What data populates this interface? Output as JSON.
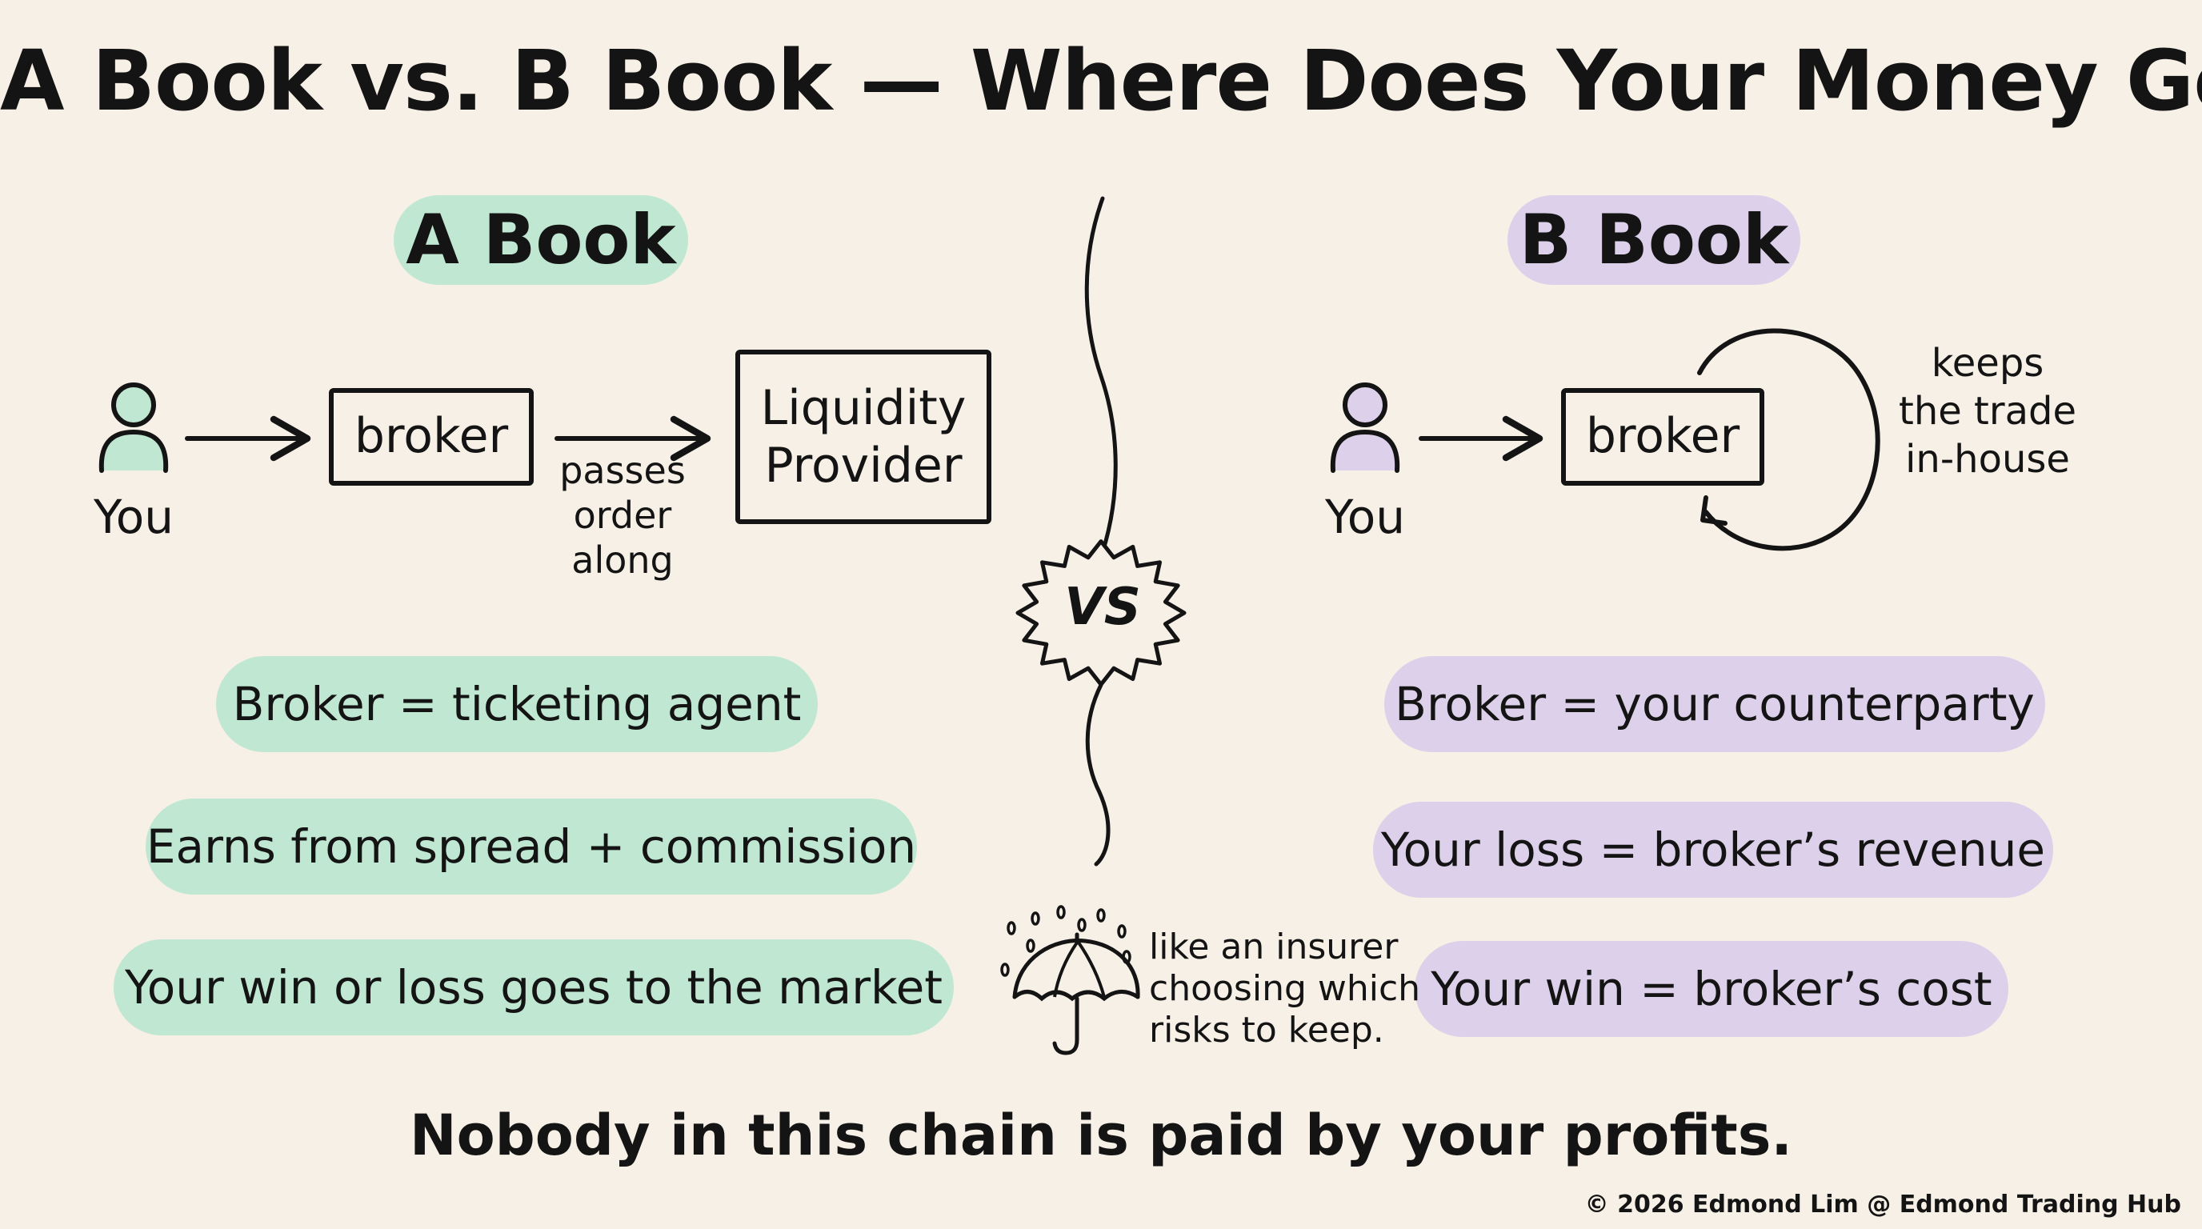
{
  "title": "A Book vs. B Book — Where Does Your Money Go?",
  "a_book": {
    "heading": "A Book",
    "you": "You",
    "broker": "broker",
    "passes": [
      "passes",
      "order",
      "along"
    ],
    "provider": [
      "Liquidity",
      "Provider"
    ],
    "points": [
      "Broker = ticketing agent",
      "Earns from spread + commission",
      "Your win or loss goes to the market"
    ]
  },
  "b_book": {
    "heading": "B Book",
    "you": "You",
    "broker": "broker",
    "keeps": [
      "keeps",
      "the trade",
      "in-house"
    ],
    "points": [
      "Broker = your counterparty",
      "Your loss = broker’s revenue",
      "Your win = broker’s cost"
    ]
  },
  "vs_label": "VS",
  "insurer_note": [
    "like an insurer",
    "choosing which",
    "risks to keep."
  ],
  "bottom_line": "Nobody in this chain is paid by your profits.",
  "credit": "© 2026 Edmond Lim @ Edmond Trading Hub",
  "colors": {
    "background": "#f7f0e6",
    "green": "#bfe7d2",
    "purple": "#ddd0ea",
    "ink": "#141414",
    "underline_red": "#e0524e"
  },
  "icons": [
    "person-icon",
    "arrow-right-icon",
    "loop-arrow-icon",
    "vs-burst-icon",
    "umbrella-icon",
    "rain-icon"
  ]
}
